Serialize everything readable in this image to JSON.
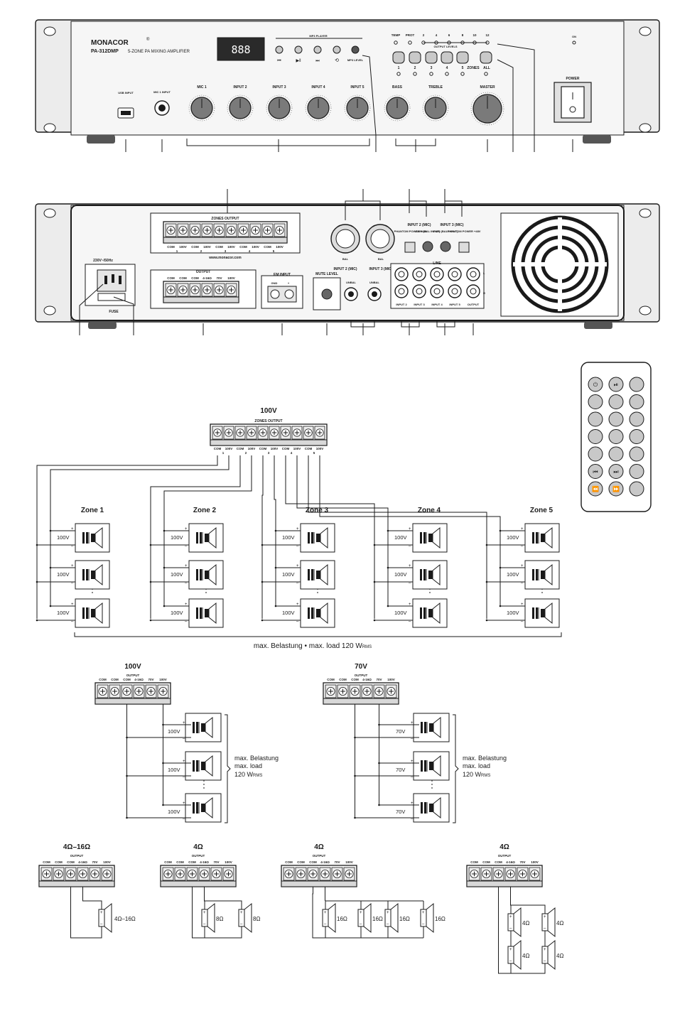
{
  "front_panel": {
    "brand": "MONACOR",
    "registered": "®",
    "model": "PA-312DMP",
    "description": "5-ZONE PA MIXING AMPLIFIER",
    "display_value": "888",
    "mp3_player_label": "MP3 PLAYER",
    "mp3_level_label": "MP3 LEVEL",
    "usb_label": "USB INPUT",
    "mic1_input_label": "MIC 1 INPUT",
    "knob_labels": [
      "MIC 1",
      "INPUT 2",
      "INPUT 3",
      "INPUT 4",
      "INPUT 5",
      "BASS",
      "TREBLE",
      "MASTER"
    ],
    "led_labels": [
      "TEMP",
      "PROT",
      "2",
      "4",
      "6",
      "8",
      "10",
      "12"
    ],
    "output_levels_label": "OUTPUT LEVELS",
    "zone_button_labels": [
      "1",
      "2",
      "3",
      "4",
      "5",
      "ZONES",
      "ALL"
    ],
    "on_label": "ON",
    "power_label": "POWER"
  },
  "rear_panel": {
    "zones_output_label": "ZONES OUTPUT",
    "zone_terminal_labels": [
      "COM",
      "100V",
      "COM",
      "100V",
      "COM",
      "100V",
      "COM",
      "100V",
      "COM",
      "100V"
    ],
    "zone_numbers": [
      "1",
      "2",
      "3",
      "4",
      "5"
    ],
    "website": "www.monacor.com",
    "mains_label": "230V~/50Hz",
    "fuse_label": "FUSE",
    "output_label": "OUTPUT",
    "output_terminal_labels": [
      "COM",
      "COM",
      "COM",
      "4-16Ω",
      "70V",
      "100V"
    ],
    "em_input_label": "EM INPUT",
    "em_terminal_labels": [
      "GND",
      "+"
    ],
    "mute_level_label": "MUTE LEVEL",
    "bal_label": "BAL",
    "unbal_label": "UNBAL",
    "input2_mic_label": "INPUT 2 (MIC)",
    "input3_mic_label": "INPUT 3 (MIC)",
    "phantom_label": "PHANTOM POWER +48V",
    "gain_label": "GAIN (BAL INPUT)",
    "line_label": "LINE",
    "line_jack_labels": [
      "INPUT 2",
      "INPUT 3",
      "INPUT 4",
      "INPUT 5",
      "OUTPUT"
    ],
    "lr_labels": [
      "L",
      "R"
    ]
  },
  "zones_diagram": {
    "voltage_title": "100V",
    "terminal_title": "ZONES OUTPUT",
    "terminal_labels": [
      "COM",
      "100V",
      "COM",
      "100V",
      "COM",
      "100V",
      "COM",
      "100V",
      "COM",
      "100V"
    ],
    "zone_numbers": [
      "1",
      "2",
      "3",
      "4",
      "5"
    ],
    "zone_titles": [
      "Zone 1",
      "Zone 2",
      "Zone 3",
      "Zone 4",
      "Zone 5"
    ],
    "speaker_voltage": "100V",
    "plus": "+",
    "minus": "–",
    "load_note": "max. Belastung • max. load 120 W",
    "load_note_sub": "RMS"
  },
  "output_diagrams": [
    {
      "title": "100V",
      "speaker_voltage": "100V",
      "load_line1": "max. Belastung",
      "load_line2": "max. load",
      "load_line3": "120 W",
      "load_sub": "RMS"
    },
    {
      "title": "70V",
      "speaker_voltage": "70V",
      "load_line1": "max. Belastung",
      "load_line2": "max. load",
      "load_line3": "120 W",
      "load_sub": "RMS"
    }
  ],
  "output_terminal": {
    "title": "OUTPUT",
    "labels": [
      "COM",
      "COM",
      "COM",
      "4-16Ω",
      "70V",
      "100V"
    ]
  },
  "impedance_diagrams": [
    {
      "title": "4Ω–16Ω",
      "speaker_labels": [
        "4Ω–16Ω"
      ]
    },
    {
      "title": "4Ω",
      "speaker_labels": [
        "8Ω",
        "8Ω"
      ]
    },
    {
      "title": "4Ω",
      "speaker_labels": [
        "16Ω",
        "16Ω",
        "16Ω",
        "16Ω"
      ]
    },
    {
      "title": "4Ω",
      "speaker_labels": [
        "4Ω",
        "4Ω",
        "4Ω",
        "4Ω"
      ]
    }
  ],
  "remote": {
    "button_icons": [
      "power-icon",
      "play-pause-icon",
      "blank",
      "blank",
      "blank",
      "blank",
      "blank",
      "blank",
      "blank",
      "blank",
      "blank",
      "blank",
      "blank",
      "blank",
      "blank",
      "previous-icon",
      "next-icon",
      "blank",
      "rewind-icon",
      "fast-forward-icon",
      "blank"
    ],
    "button_color": "#c8c8c8"
  }
}
